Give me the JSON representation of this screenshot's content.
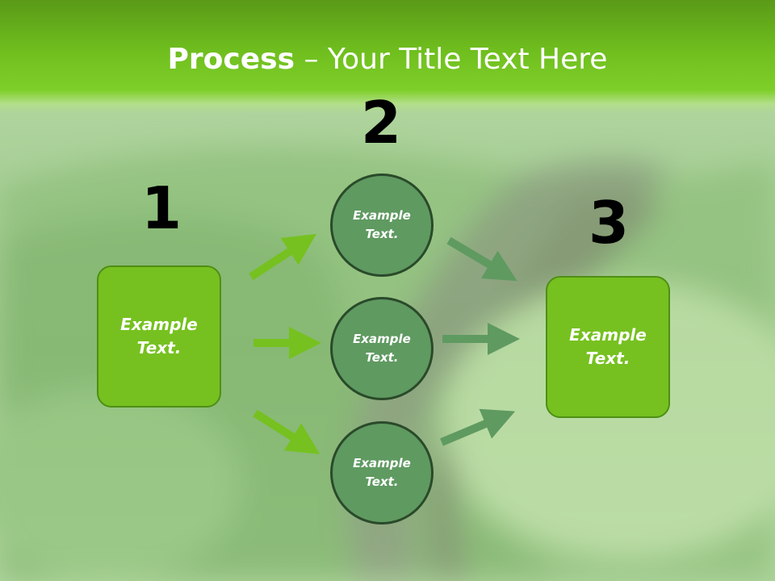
{
  "slide": {
    "title_bold": "Process",
    "title_rest": " – Your Title Text Here",
    "colors": {
      "header": "#6fbe1e",
      "box_fill": "#76c120",
      "circle_fill": "#5f9a61",
      "arrow_left": "#76c120",
      "arrow_right": "#5f9a61"
    }
  },
  "steps": [
    {
      "number": "1",
      "line1": "Example",
      "line2": "Text."
    },
    {
      "number": "2"
    },
    {
      "number": "3",
      "line1": "Example",
      "line2": "Text."
    }
  ],
  "circles": [
    {
      "line1": "Example",
      "line2": "Text."
    },
    {
      "line1": "Example",
      "line2": "Text."
    },
    {
      "line1": "Example",
      "line2": "Text."
    }
  ]
}
